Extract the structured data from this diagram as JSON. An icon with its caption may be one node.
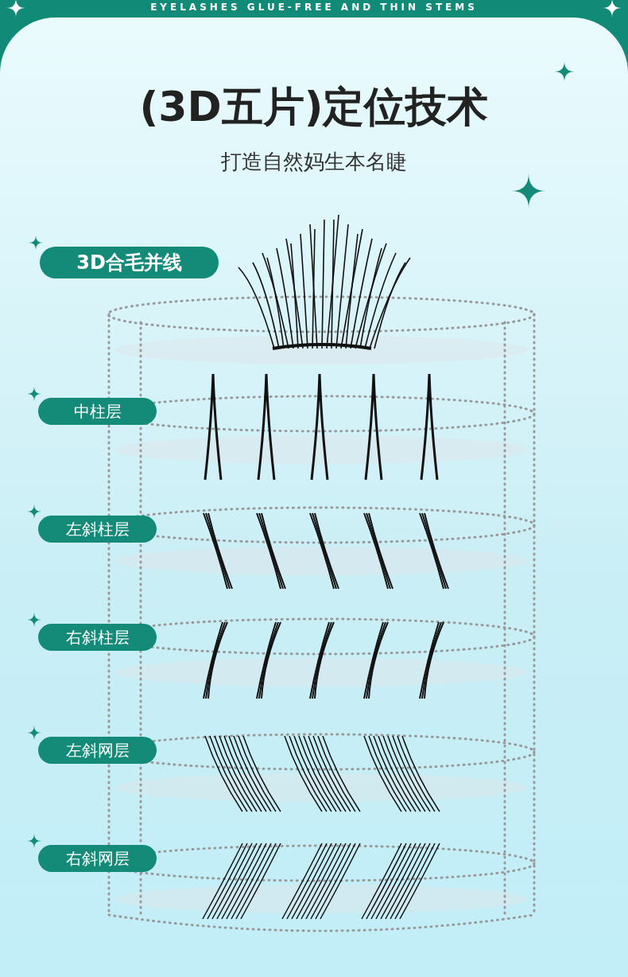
{
  "diagram": {
    "title": "(3D五片)定位技术",
    "nodes": [
      {
        "text": [
          "3D合毛并线"
        ]
      },
      {
        "text": [
          "中柱层"
        ]
      },
      {
        "text": [
          "左斜柱层"
        ]
      },
      {
        "text": [
          "右斜柱层"
        ]
      },
      {
        "text": [
          "左斜网层"
        ]
      },
      {
        "text": [
          "右斜网层"
        ]
      }
    ],
    "edges": [],
    "labels": [
      "EYELASHES GLUE-FREE AND THIN STEMS",
      "打造自然妈生本名睫"
    ]
  }
}
